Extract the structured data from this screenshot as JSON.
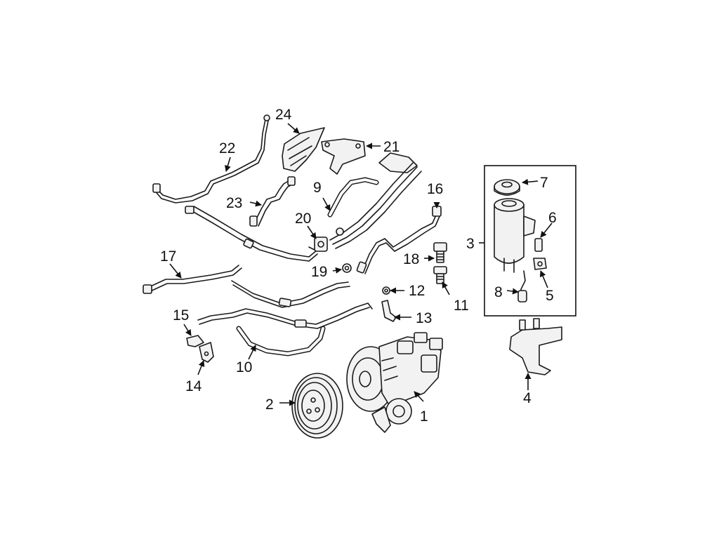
{
  "callouts": [
    {
      "id": "c1",
      "text": "1"
    },
    {
      "id": "c2",
      "text": "2"
    },
    {
      "id": "c3",
      "text": "3"
    },
    {
      "id": "c4",
      "text": "4"
    },
    {
      "id": "c5",
      "text": "5"
    },
    {
      "id": "c6",
      "text": "6"
    },
    {
      "id": "c7",
      "text": "7"
    },
    {
      "id": "c8",
      "text": "8"
    },
    {
      "id": "c9",
      "text": "9"
    },
    {
      "id": "c10",
      "text": "10"
    },
    {
      "id": "c11",
      "text": "11"
    },
    {
      "id": "c12",
      "text": "12"
    },
    {
      "id": "c13",
      "text": "13"
    },
    {
      "id": "c14",
      "text": "14"
    },
    {
      "id": "c15",
      "text": "15"
    },
    {
      "id": "c16",
      "text": "16"
    },
    {
      "id": "c17",
      "text": "17"
    },
    {
      "id": "c18",
      "text": "18"
    },
    {
      "id": "c19",
      "text": "19"
    },
    {
      "id": "c20",
      "text": "20"
    },
    {
      "id": "c21",
      "text": "21"
    },
    {
      "id": "c22",
      "text": "22"
    },
    {
      "id": "c23",
      "text": "23"
    },
    {
      "id": "c24",
      "text": "24"
    }
  ]
}
